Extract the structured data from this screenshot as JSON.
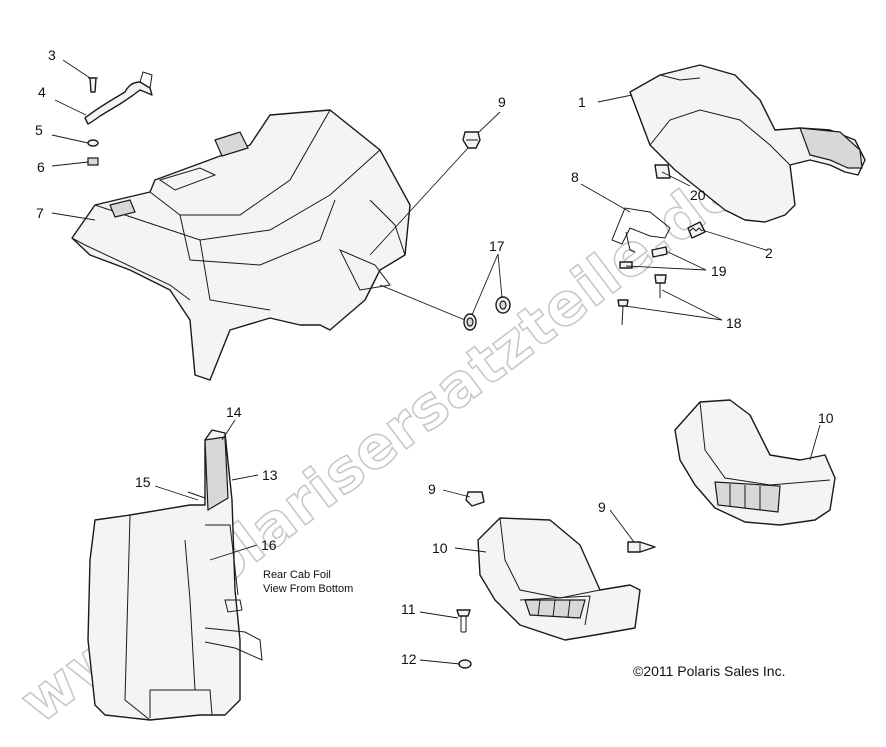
{
  "labels": {
    "l1": "1",
    "l2": "2",
    "l3": "3",
    "l4": "4",
    "l5": "5",
    "l6": "6",
    "l7": "7",
    "l8": "8",
    "l9a": "9",
    "l9b": "9",
    "l9c": "9",
    "l10a": "10",
    "l10b": "10",
    "l11": "11",
    "l12": "12",
    "l13": "13",
    "l14": "14",
    "l15": "15",
    "l16": "16",
    "l17": "17",
    "l18": "18",
    "l19": "19",
    "l20": "20"
  },
  "note_line1": "Rear Cab Foil",
  "note_line2": "View From Bottom",
  "copyright": "©2011 Polaris Sales Inc.",
  "watermark": "www.polarisersatzteile.de"
}
